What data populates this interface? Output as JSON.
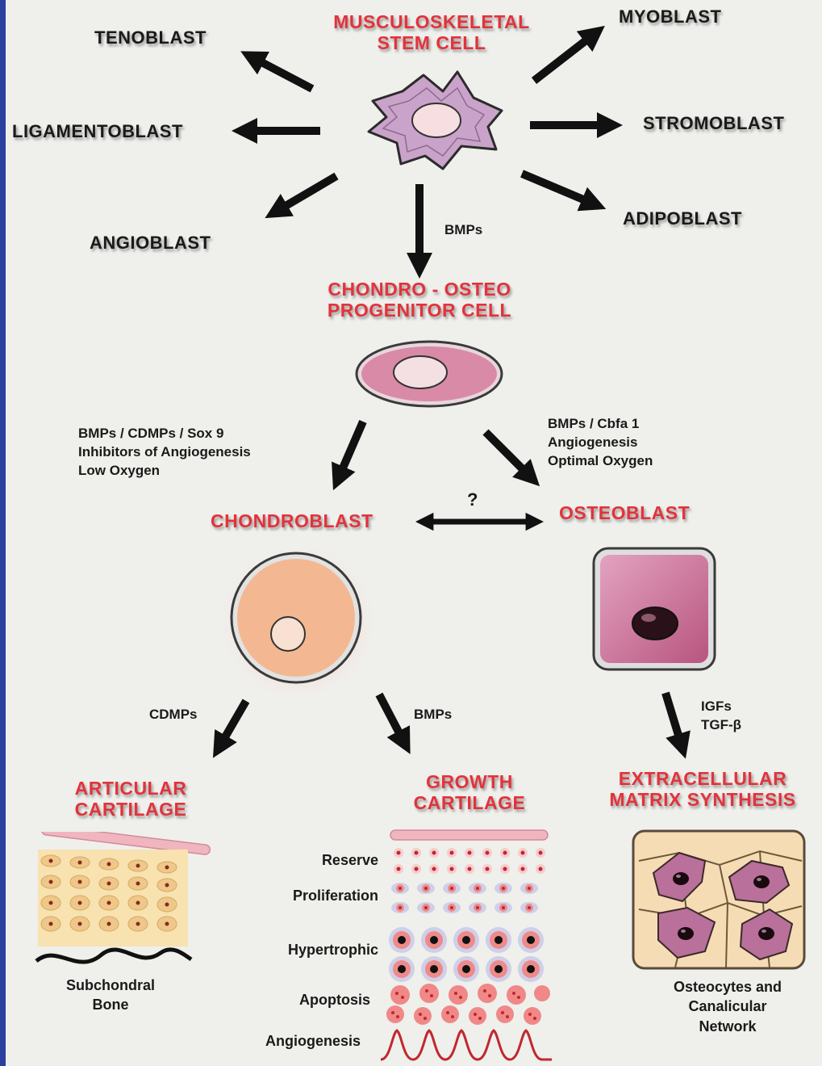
{
  "stem_cell": {
    "line1": "MUSCULOSKELETAL",
    "line2": "STEM CELL"
  },
  "lineages": {
    "tenoblast": "TENOBLAST",
    "ligamentoblast": "LIGAMENTOBLAST",
    "angioblast": "ANGIOBLAST",
    "myoblast": "MYOBLAST",
    "stromoblast": "STROMOBLAST",
    "adipoblast": "ADIPOBLAST"
  },
  "bmps_top": "BMPs",
  "progenitor": {
    "line1": "CHONDRO - OSTEO",
    "line2": "PROGENITOR CELL"
  },
  "chondro_factors": [
    "BMPs / CDMPs / Sox 9",
    "Inhibitors of Angiogenesis",
    "Low Oxygen"
  ],
  "osteo_factors": [
    "BMPs / Cbfa 1",
    "Angiogenesis",
    "Optimal Oxygen"
  ],
  "question_mark": "?",
  "chondroblast": "CHONDROBLAST",
  "osteoblast": "OSTEOBLAST",
  "cdmps": "CDMPs",
  "bmps_bottom": "BMPs",
  "igfs": [
    "IGFs",
    "TGF-β"
  ],
  "articular": {
    "line1": "ARTICULAR",
    "line2": "CARTILAGE"
  },
  "growth": {
    "line1": "GROWTH",
    "line2": "CARTILAGE"
  },
  "ecm": {
    "line1": "EXTRACELLULAR",
    "line2": "MATRIX SYNTHESIS"
  },
  "growth_zones": [
    "Reserve",
    "Proliferation",
    "Hypertrophic",
    "Apoptosis",
    "Angiogenesis"
  ],
  "subchondral": [
    "Subchondral",
    "Bone"
  ],
  "osteocytes": [
    "Osteocytes and",
    "Canalicular",
    "Network"
  ],
  "colors": {
    "red_text": "#e2333b",
    "stem_cell": "#c9a3c9",
    "chondroblast": "#f3b892",
    "osteoblast": "#c46a94",
    "frame": "#2b3fa0"
  }
}
